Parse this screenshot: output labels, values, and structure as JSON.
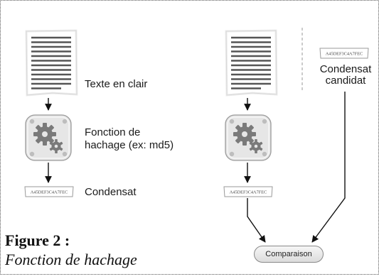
{
  "left_column": {
    "document_label": "Texte en clair",
    "function_label_line1": "Fonction de",
    "function_label_line2": "hachage (ex: md5)",
    "digest_label": "Condensat",
    "digest_value": "A45DEF3C4A7FEC"
  },
  "right_column": {
    "digest_value": "A45DEF3C4A7FEC",
    "candidate_value": "A45DEF3C4A7FEC",
    "candidate_label_line1": "Condensat",
    "candidate_label_line2": "candidat",
    "compare_label": "Comparaison"
  },
  "figure": {
    "title": "Figure 2 :",
    "caption": "Fonction de hachage"
  },
  "icons": [
    "document-icon",
    "gear-box-icon",
    "hash-strip-icon",
    "arrow-icon"
  ],
  "colors": {
    "box_fill": "#e6e6e6",
    "box_stroke": "#9a9a9a",
    "gear": "#7a7a7a",
    "text": "#1a1a1a"
  }
}
